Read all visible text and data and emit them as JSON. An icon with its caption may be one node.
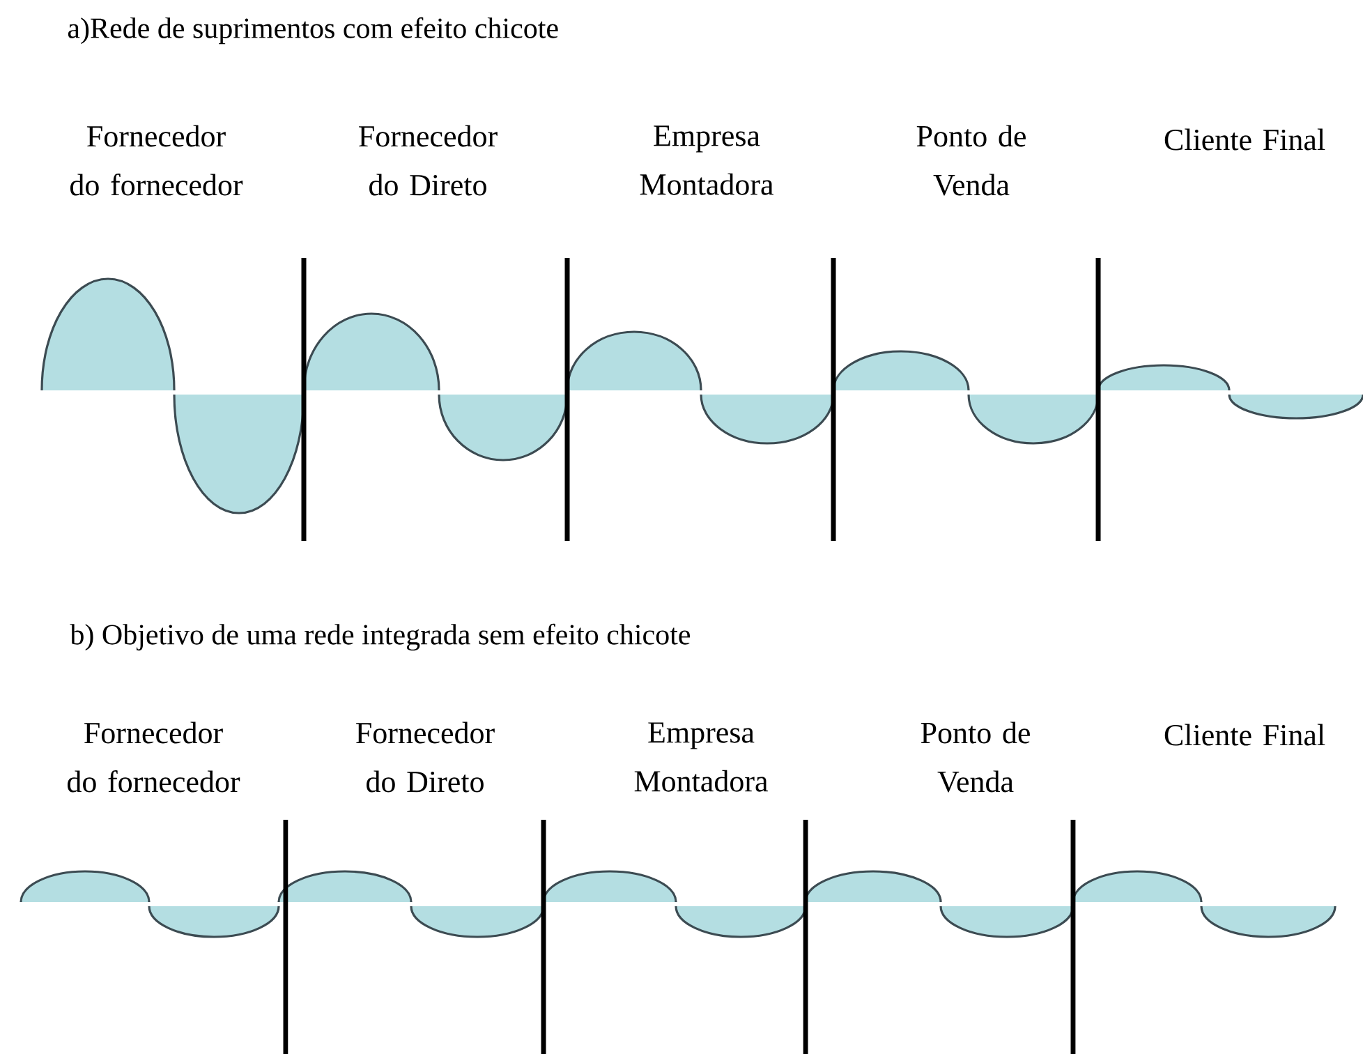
{
  "diagram": {
    "labels": [
      "a)Rede de suprimentos com efeito chicote",
      "Fornecedor do fornecedor",
      "Fornecedor do Direto",
      "Empresa Montadora",
      "Ponto de Venda",
      "Cliente Final",
      "b) Objetivo de uma rede integrada sem efeito chicote",
      "Fornecedor do fornecedor",
      "Fornecedor do Direto",
      "Empresa Montadora",
      "Ponto de Venda",
      "Cliente Final"
    ]
  }
}
